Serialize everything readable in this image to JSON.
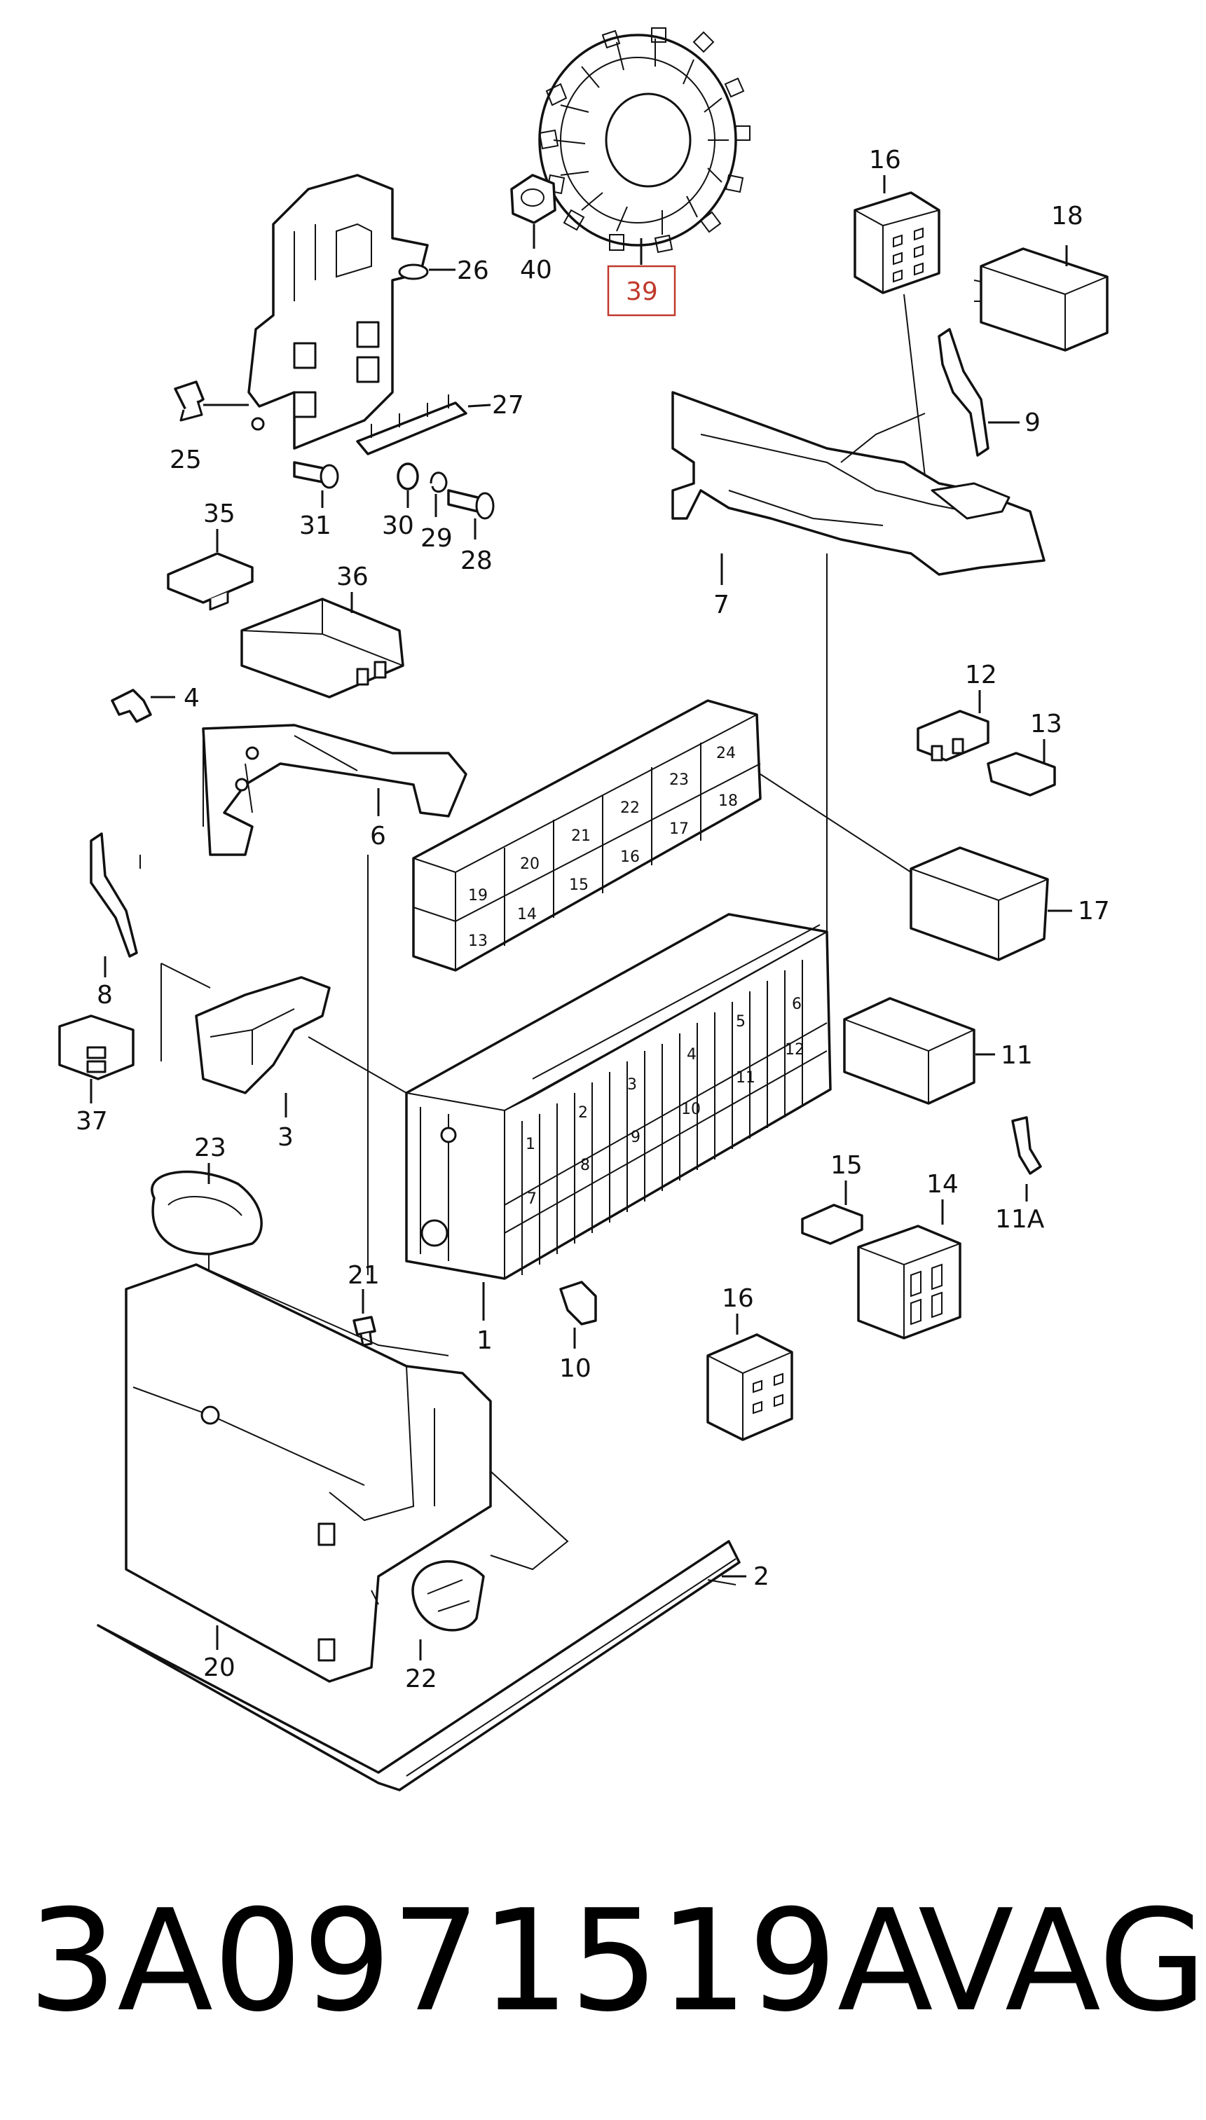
{
  "diagram": {
    "callouts": [
      {
        "id": "c26",
        "text": "26"
      },
      {
        "id": "c27",
        "text": "27"
      },
      {
        "id": "c25",
        "text": "25"
      },
      {
        "id": "c31",
        "text": "31"
      },
      {
        "id": "c30",
        "text": "30"
      },
      {
        "id": "c29",
        "text": "29"
      },
      {
        "id": "c28",
        "text": "28"
      },
      {
        "id": "c40",
        "text": "40"
      },
      {
        "id": "c39",
        "text": "39"
      },
      {
        "id": "c16a",
        "text": "16"
      },
      {
        "id": "c18",
        "text": "18"
      },
      {
        "id": "c9",
        "text": "9"
      },
      {
        "id": "c7",
        "text": "7"
      },
      {
        "id": "c35",
        "text": "35"
      },
      {
        "id": "c36",
        "text": "36"
      },
      {
        "id": "c4",
        "text": "4"
      },
      {
        "id": "c6",
        "text": "6"
      },
      {
        "id": "c12",
        "text": "12"
      },
      {
        "id": "c13",
        "text": "13"
      },
      {
        "id": "c17",
        "text": "17"
      },
      {
        "id": "c8",
        "text": "8"
      },
      {
        "id": "c37",
        "text": "37"
      },
      {
        "id": "c3",
        "text": "3"
      },
      {
        "id": "c11",
        "text": "11"
      },
      {
        "id": "c11a",
        "text": "11A"
      },
      {
        "id": "c15",
        "text": "15"
      },
      {
        "id": "c14",
        "text": "14"
      },
      {
        "id": "c23",
        "text": "23"
      },
      {
        "id": "c21",
        "text": "21"
      },
      {
        "id": "c1",
        "text": "1"
      },
      {
        "id": "c10",
        "text": "10"
      },
      {
        "id": "c16b",
        "text": "16"
      },
      {
        "id": "c2",
        "text": "2"
      },
      {
        "id": "c20",
        "text": "20"
      },
      {
        "id": "c22",
        "text": "22"
      }
    ],
    "relay_slots": [
      {
        "id": "r24",
        "text": "24"
      },
      {
        "id": "r23",
        "text": "23"
      },
      {
        "id": "r22",
        "text": "22"
      },
      {
        "id": "r21",
        "text": "21"
      },
      {
        "id": "r20",
        "text": "20"
      },
      {
        "id": "r19",
        "text": "19"
      },
      {
        "id": "r18",
        "text": "18"
      },
      {
        "id": "r17",
        "text": "17"
      },
      {
        "id": "r16",
        "text": "16"
      },
      {
        "id": "r15",
        "text": "15"
      },
      {
        "id": "r14",
        "text": "14"
      },
      {
        "id": "r13",
        "text": "13"
      }
    ],
    "fuse_slots": [
      {
        "id": "f6",
        "text": "6"
      },
      {
        "id": "f5",
        "text": "5"
      },
      {
        "id": "f4",
        "text": "4"
      },
      {
        "id": "f3",
        "text": "3"
      },
      {
        "id": "f2",
        "text": "2"
      },
      {
        "id": "f1",
        "text": "1"
      },
      {
        "id": "f12",
        "text": "12"
      },
      {
        "id": "f11",
        "text": "11"
      },
      {
        "id": "f10",
        "text": "10"
      },
      {
        "id": "f9",
        "text": "9"
      },
      {
        "id": "f8",
        "text": "8"
      },
      {
        "id": "f7",
        "text": "7"
      }
    ],
    "highlight_color": "#c0392b"
  },
  "caption": {
    "part_number": "3A0971519A",
    "brand": "VAG"
  }
}
